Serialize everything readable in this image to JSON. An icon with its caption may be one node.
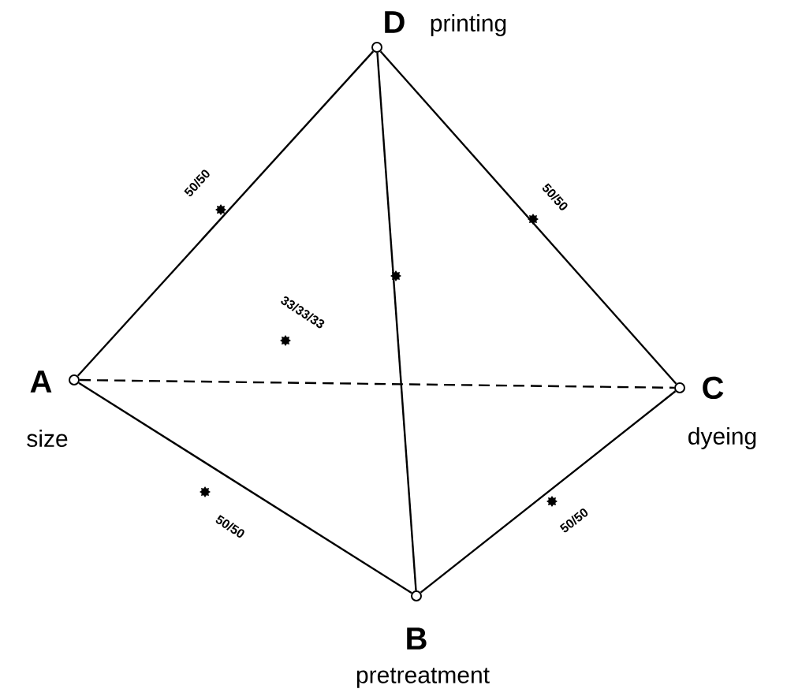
{
  "diagram": {
    "nodes": [
      {
        "text": [
          "D"
        ],
        "beside": [
          "printing"
        ]
      },
      {
        "text": [
          "A"
        ],
        "beside": [
          "size"
        ]
      },
      {
        "text": [
          "C"
        ],
        "beside": [
          "dyeing"
        ]
      },
      {
        "text": [
          "B"
        ],
        "beside": [
          "pretreatment"
        ]
      }
    ],
    "edges": [
      {
        "from": 1,
        "to": 0,
        "arrow": "none",
        "label": "50/50"
      },
      {
        "from": 0,
        "to": 2,
        "arrow": "none",
        "label": "50/50"
      },
      {
        "from": 1,
        "to": 3,
        "arrow": "none",
        "label": "50/50"
      },
      {
        "from": 3,
        "to": 2,
        "arrow": "none",
        "label": "50/50"
      },
      {
        "from": 0,
        "to": 3,
        "arrow": "none"
      },
      {
        "from": 1,
        "to": 2,
        "arrow": "none",
        "style": "dashed"
      }
    ],
    "labels": [
      "33/33/33"
    ]
  }
}
